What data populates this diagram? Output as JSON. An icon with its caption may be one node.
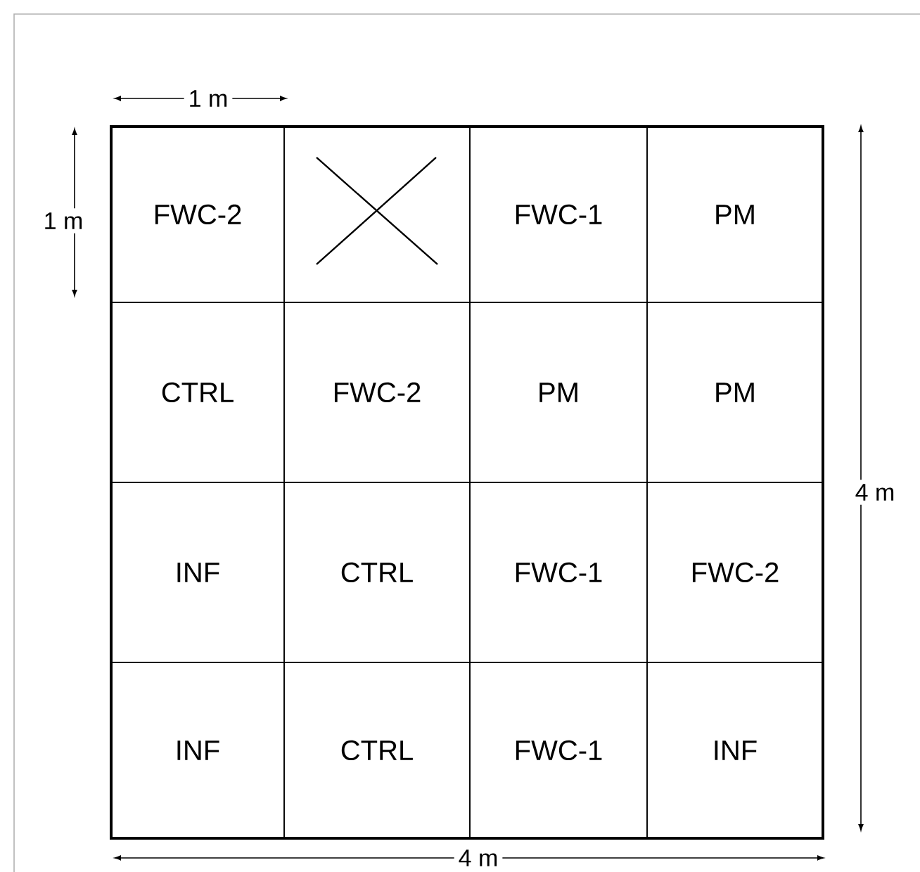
{
  "diagram": {
    "nodes": [
      {
        "text": [
          "FWC-2"
        ]
      },
      {
        "text": [],
        "shape": "box"
      },
      {
        "text": [
          "FWC-1"
        ]
      },
      {
        "text": [
          "PM"
        ]
      },
      {
        "text": [
          "CTRL"
        ]
      },
      {
        "text": [
          "FWC-2"
        ]
      },
      {
        "text": [
          "PM"
        ]
      },
      {
        "text": [
          "PM"
        ]
      },
      {
        "text": [
          "INF"
        ]
      },
      {
        "text": [
          "CTRL"
        ]
      },
      {
        "text": [
          "FWC-1"
        ]
      },
      {
        "text": [
          "FWC-2"
        ]
      },
      {
        "text": [
          "INF"
        ]
      },
      {
        "text": [
          "CTRL"
        ]
      },
      {
        "text": [
          "FWC-1"
        ]
      },
      {
        "text": [
          "INF"
        ]
      }
    ],
    "labels": [
      "1 m",
      "1 m",
      "4 m",
      "4 m"
    ]
  }
}
